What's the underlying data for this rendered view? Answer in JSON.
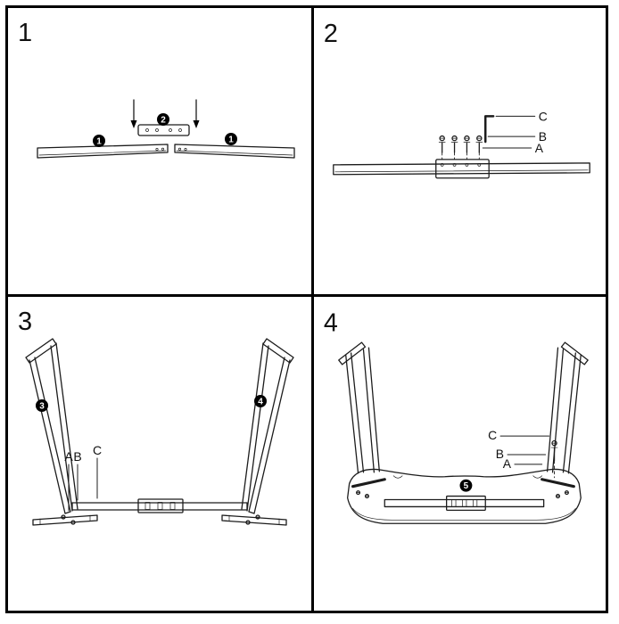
{
  "colors": {
    "ink": "#1c1c1c",
    "paper": "#ffffff",
    "badge": "#000000"
  },
  "panels": {
    "p1": {
      "step": "1",
      "badge_left_rail": "1",
      "badge_right_rail": "1",
      "badge_plate": "2"
    },
    "p2": {
      "step": "2",
      "label_c": "C",
      "label_b": "B",
      "label_a": "A"
    },
    "p3": {
      "step": "3",
      "badge_left_leg": "3",
      "badge_right_leg": "4",
      "label_a": "A",
      "label_b": "B",
      "label_c": "C"
    },
    "p4": {
      "step": "4",
      "badge_frame": "5",
      "label_c": "C",
      "label_b": "B",
      "label_a": "A"
    }
  }
}
